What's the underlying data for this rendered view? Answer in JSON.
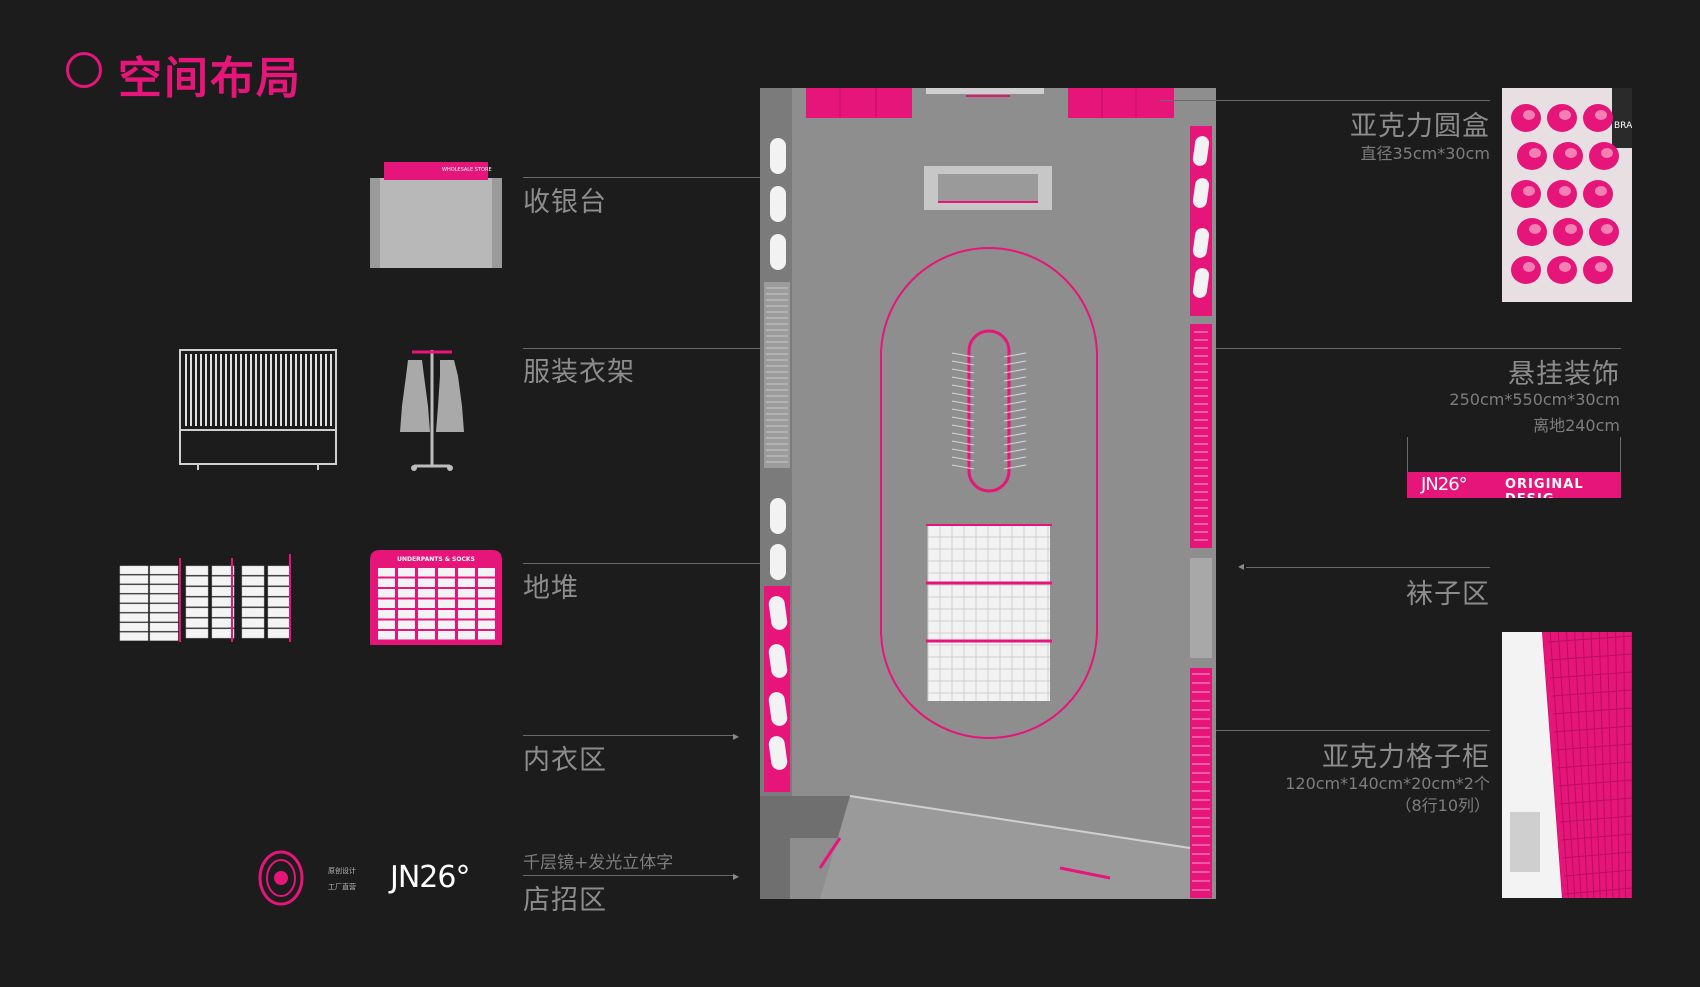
{
  "title": "空间布局",
  "labels": {
    "cashier": "收银台",
    "clothes_rack": "服装衣架",
    "floor_stack": "地堆",
    "underwear_zone": "内衣区",
    "mirror_note": "千层镜+发光立体字",
    "sign_zone": "店招区",
    "acrylic_round_box": "亚克力圆盒",
    "acrylic_round_box_dim": "直径35cm*30cm",
    "hanging_decor": "悬挂装饰",
    "hanging_decor_dim1": "250cm*550cm*30cm",
    "hanging_decor_dim2": "离地240cm",
    "socks_zone": "袜子区",
    "acrylic_grid_cabinet": "亚克力格子柜",
    "acrylic_grid_cabinet_dim1": "120cm*140cm*20cm*2个",
    "acrylic_grid_cabinet_dim2": "（8行10列）"
  },
  "illustrations": {
    "cashier_sign": "WHOLESALE STORE",
    "underpants_sign": "UNDERPANTS & SOCKS",
    "banner_logo": "JN26°",
    "banner_text": "ORIGINAL DESIG",
    "photo_text": "BRAND"
  },
  "footer": {
    "logo_main": "JN26°",
    "logo_cn": "原创设计",
    "logo_cn2": "工厂直营"
  },
  "colors": {
    "accent": "#e6157a",
    "background": "#1d1c1d",
    "floor": "#8e8e8e"
  }
}
